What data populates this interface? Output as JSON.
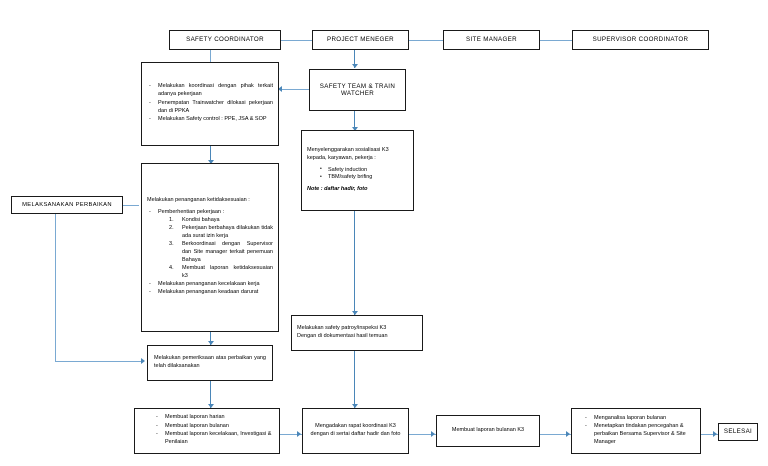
{
  "diagram": {
    "title": "Alur Kerja K3 / Safety Workflow Flowchart",
    "colors": {
      "box_border": "#1a1a1a",
      "connector": "#7aa9d2",
      "arrow": "#4a86b8",
      "background": "#ffffff"
    }
  },
  "roles": {
    "safety_coordinator": "SAFETY COORDINATOR",
    "project_manager": "PROJECT MENEGER",
    "site_manager": "SITE MANAGER",
    "supervisor_coordinator": "SUPERVISOR COORDINATOR"
  },
  "nodes": {
    "coordination_tasks": {
      "items": [
        "Melakukan koordinasi dengan pihak terkait adanya pekerjaan",
        "Penempatan Trainwatcher dilokasi pekerjaan dan di PPKA",
        "Melakukan Safety control : PPE, JSA & SOP"
      ]
    },
    "safety_team": {
      "label": "SAFETY TEAM & TRAIN WATCHER"
    },
    "socialization": {
      "intro": "Menyelenggarakan sosialisasi K3 kepada, karyawan, pekerja :",
      "items": [
        "Safety induction",
        "TBM/safety brifing"
      ],
      "note": "Note : daftar hadir, foto"
    },
    "nonconformity": {
      "intro": "Melakukan penanganan ketidaksesuaian :",
      "first_bullet": "Pemberhentian pekerjaan :",
      "numbered": [
        "Kondisi bahaya",
        "Pekerjaan berbahaya dilakukan tidak ada surat izin kerja",
        "Berkoordinasi dengan Supervisor dan Site manager terkait penemuan Bahaya",
        "Membuat laporan ketidaksesuaian k3"
      ],
      "trailing_bullets": [
        "Melakukan penanganan kecelakaan kerja",
        "Melakukan penanganan keadaan darurat"
      ]
    },
    "do_repair": {
      "label": "MELAKSANAKAN PERBAIKAN"
    },
    "inspection_repair": {
      "label": "Melakukan pemeriksaan atas perbaikan yang telah dilaksanakan"
    },
    "safety_patrol": {
      "line1": "Melakukan safety patroy/inspeksi K3",
      "line2": "Dengan di dokumentasi hasil temuan"
    },
    "reports": {
      "items": [
        "Membuat laporan harian",
        "Membuat laporan bulanan",
        "Membuat laporan kecelakaan, Investigasi & Penilaian"
      ]
    },
    "coordination_meeting": {
      "label": "Mengadakan rapat koordinasi K3 dengan di sertai daftar hadir dan foto"
    },
    "monthly_report": {
      "label": "Membuat laporan bulanan K3"
    },
    "analysis": {
      "items": [
        "Menganalisa laporan bulanan",
        "Menetapkan tindakan pencegahan & perbaikan Bersama Supervisor & Site Manager"
      ]
    },
    "finish": {
      "label": "SELESAI"
    }
  }
}
